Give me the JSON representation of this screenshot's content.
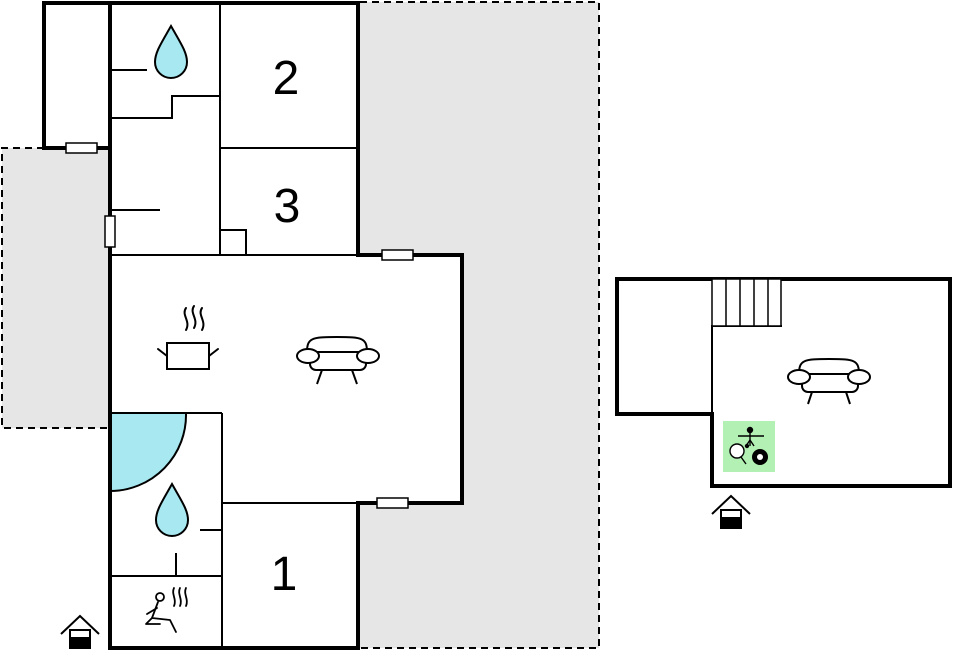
{
  "floor_plan": {
    "rooms": [
      {
        "number": "2"
      },
      {
        "number": "3"
      },
      {
        "number": "1"
      }
    ],
    "icons": [
      "water-drop-icon",
      "cooking-pot-icon",
      "sofa-icon",
      "sauna-icon",
      "entrance-icon",
      "games-icon"
    ],
    "colors": {
      "wall": "#000000",
      "outdoor_area": "#e6e6e6",
      "water": "#a8e8f0",
      "games": "#b3f0b3"
    }
  }
}
